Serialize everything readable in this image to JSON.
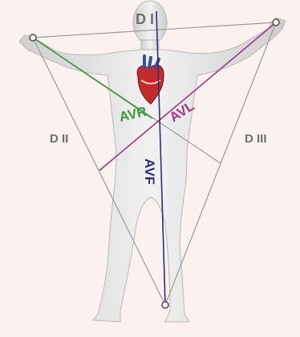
{
  "diagram": {
    "leads": {
      "d1": "D I",
      "d2": "D II",
      "d3": "D III",
      "avr": "AVR",
      "avl": "AVL",
      "avf": "AVF"
    },
    "colors": {
      "background": "#fbf1ee",
      "body": "#e2e2e2",
      "body_outline": "#b9b9b9",
      "limb_lines": "#9a9a9a",
      "label_gray": "#6e6e6e",
      "avr": "#3a9a3a",
      "avl": "#a23a86",
      "avf": "#2b2f7a",
      "heart": "#c22b2b",
      "vessels": "#3b4fa0"
    }
  }
}
